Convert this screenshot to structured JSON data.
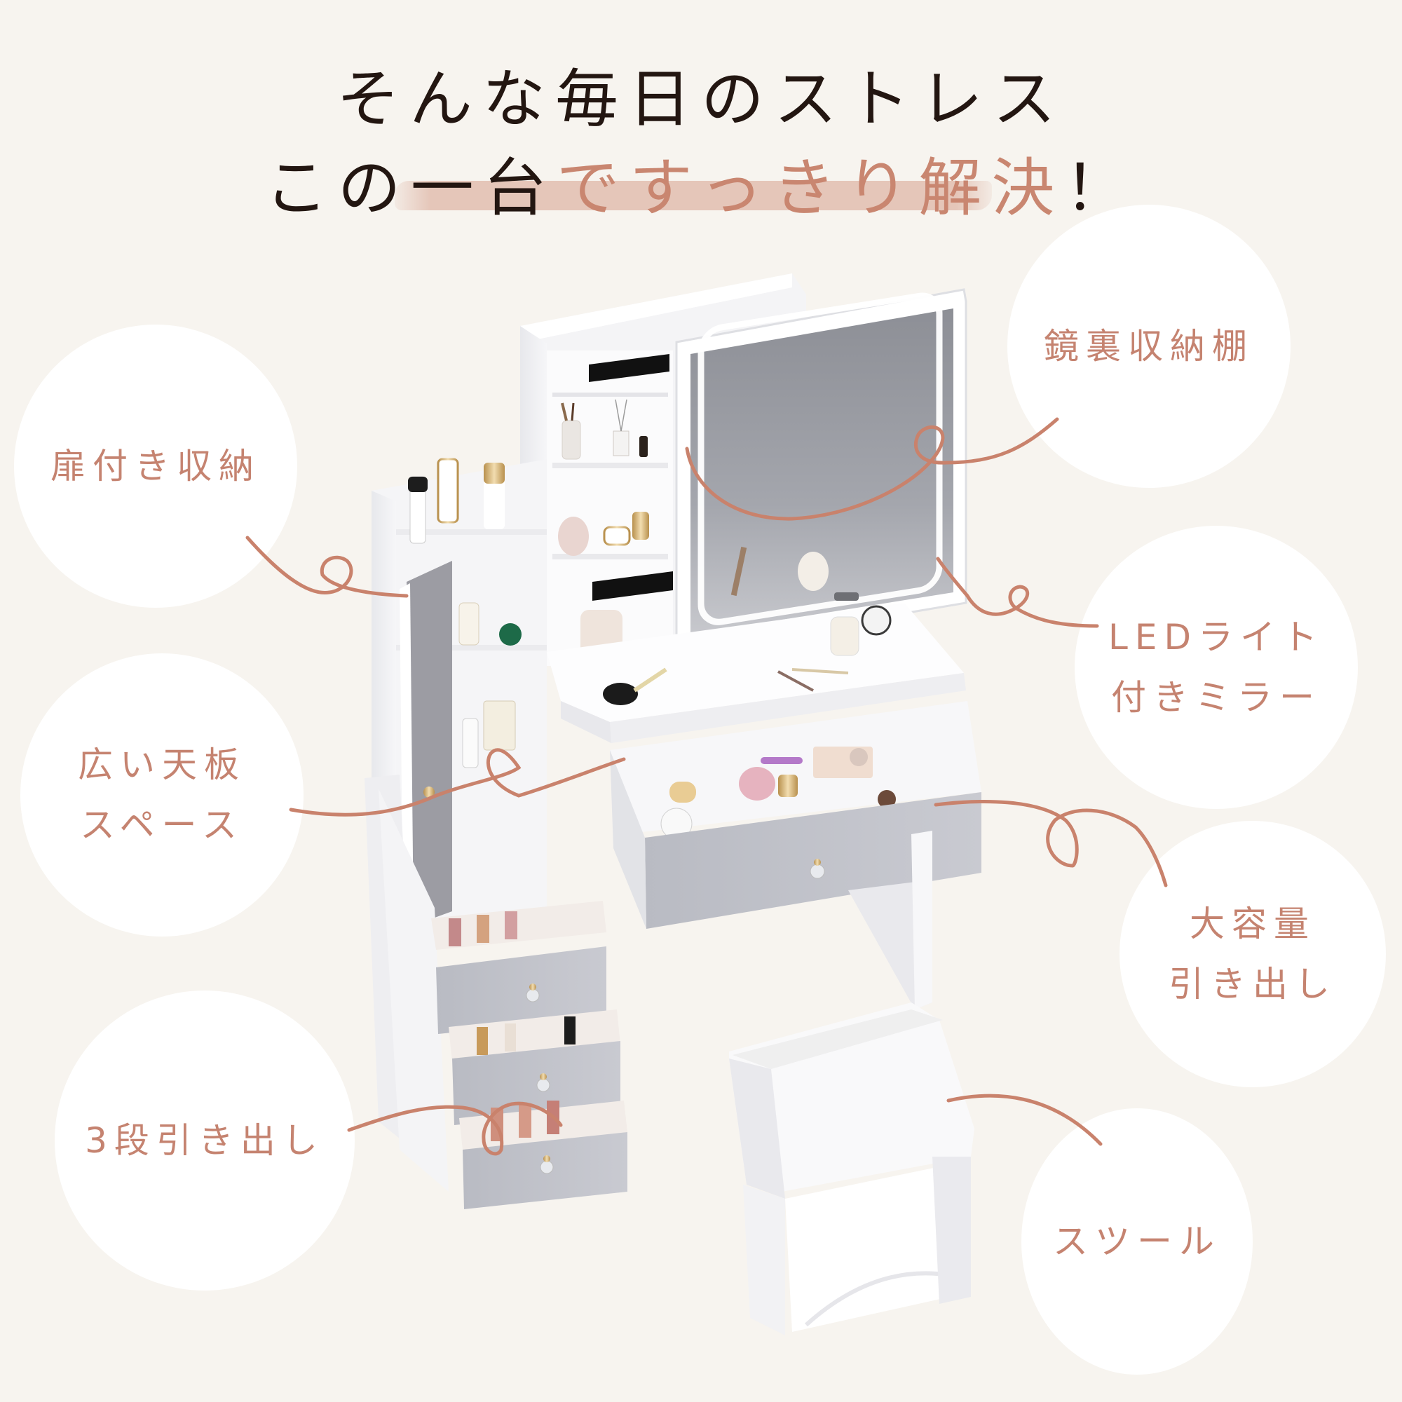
{
  "headline": {
    "line1": "そんな毎日のストレス",
    "line2_plain": "この一台",
    "line2_accent": "ですっきり解決",
    "line2_mark": "！"
  },
  "colors": {
    "background": "#f7f4ef",
    "text_dark": "#231611",
    "accent": "#c98670",
    "brush": "#e3c1b3",
    "bubble": "#ffffff"
  },
  "product": {
    "name": "LED mirror vanity dresser with stool",
    "icons": [
      "vanity-dresser-illustration",
      "stool-illustration"
    ]
  },
  "features": [
    {
      "id": "door-storage",
      "lines": [
        "扉付き収納"
      ]
    },
    {
      "id": "mirror-back-shelf",
      "lines": [
        "鏡裏収納棚"
      ]
    },
    {
      "id": "led-mirror",
      "lines": [
        "LEDライト",
        "付きミラー"
      ]
    },
    {
      "id": "wide-top",
      "lines": [
        "広い天板",
        "スペース"
      ]
    },
    {
      "id": "large-drawer",
      "lines": [
        "大容量",
        "引き出し"
      ]
    },
    {
      "id": "three-drawers",
      "lines": [
        "3段引き出し"
      ]
    },
    {
      "id": "stool",
      "lines": [
        "スツール"
      ]
    }
  ]
}
